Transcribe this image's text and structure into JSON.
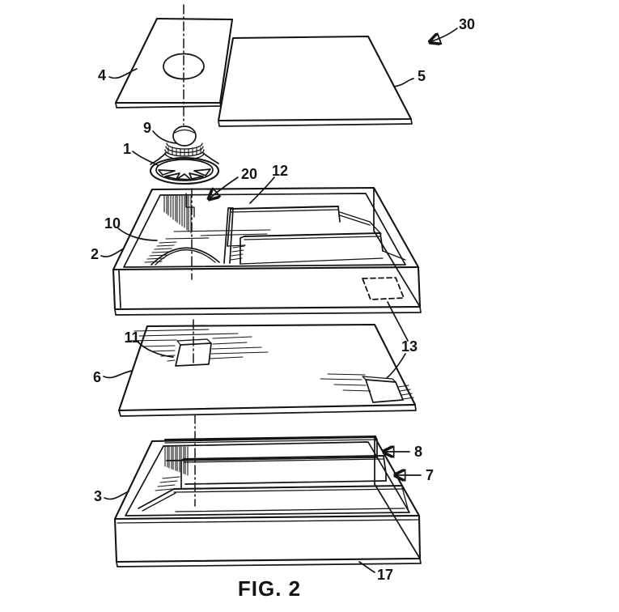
{
  "figure": {
    "caption": "FIG. 2",
    "labels": {
      "n1": "1",
      "n2": "2",
      "n3": "3",
      "n4": "4",
      "n5": "5",
      "n6": "6",
      "n7": "7",
      "n8": "8",
      "n9": "9",
      "n10": "10",
      "n11": "11",
      "n12": "12",
      "n13": "13",
      "n17": "17",
      "n20": "20",
      "n30": "30"
    }
  }
}
